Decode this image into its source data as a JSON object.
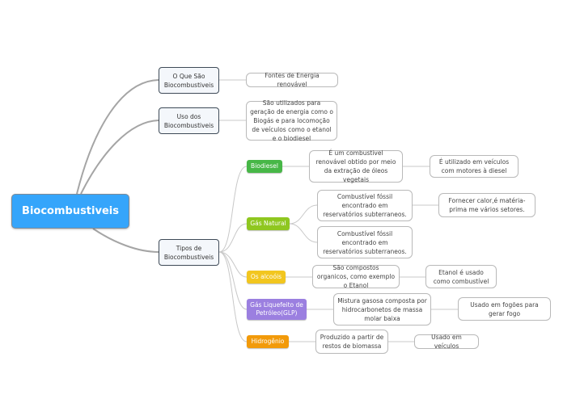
{
  "central": "Biocombustiveis",
  "main": {
    "o_que_sao": "O Que São Biocombustiveis",
    "uso": "Uso dos Biocombustiveis",
    "tipos": "Tipos de Biocombustiveis"
  },
  "o_que_sao_detail": "Fontes de Energia renovável",
  "uso_detail": "São utilizados para geração de energia como o Biogás e para locomoção de veículos como o etanol e o biodiesel",
  "types": {
    "biodiesel": {
      "label": "Biodiesel",
      "color": "#47b747",
      "detail": "É um combustivel renovável obtido por meio da extração de óleos vegetais",
      "extra": "É utilizado em veículos com motores à diesel"
    },
    "gas_natural": {
      "label": "Gás Natural",
      "color": "#8fc720",
      "detail_1": "Combustível fóssil encontrado em reservatórios subterraneos.",
      "detail_2": "Combustível fóssil encontrado em reservatórios subterraneos.",
      "extra": "Fornecer calor,é matéria-prima me vários setores."
    },
    "alcoois": {
      "label": "Os alcoóis",
      "color": "#f2c61f",
      "detail": "São compostos organicos, como exemplo o Etanol",
      "extra": "Etanol é usado como combustível"
    },
    "glp": {
      "label": "Gás Liquefeito de Petróleo(GLP)",
      "color": "#9b7fe0",
      "detail": "Mistura gasosa composta por hidrocarbonetos de massa molar baixa",
      "extra": "Usado em fogões para gerar fogo"
    },
    "hidrogenio": {
      "label": "Hidrogênio",
      "color": "#f29a0a",
      "detail": "Produzido a partir de restos de biomassa",
      "extra": "Usado em veículos"
    }
  }
}
